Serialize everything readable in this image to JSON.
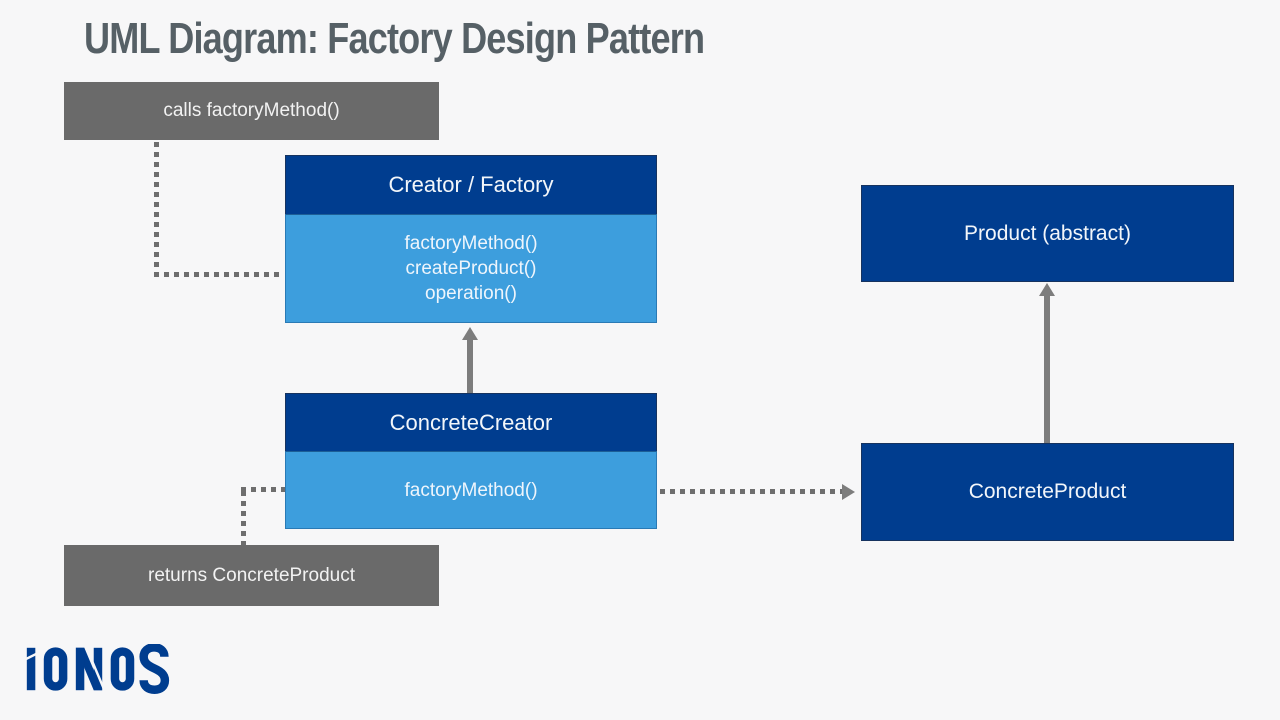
{
  "title": "UML Diagram: Factory Design Pattern",
  "notes": {
    "calls": "calls factoryMethod()",
    "returns": "returns ConcreteProduct"
  },
  "classes": {
    "creator": {
      "name": "Creator / Factory",
      "methods": [
        "factoryMethod()",
        "createProduct()",
        "operation()"
      ]
    },
    "concrete_creator": {
      "name": "ConcreteCreator",
      "methods": [
        "factoryMethod()"
      ]
    },
    "product": {
      "name": "Product (abstract)"
    },
    "concrete_product": {
      "name": "ConcreteProduct"
    }
  },
  "relations": [
    "ConcreteCreator inherits Creator / Factory (solid arrow up)",
    "ConcreteProduct inherits Product (abstract) (solid arrow up)",
    "calls factoryMethod() note attaches to Creator / Factory (dotted line)",
    "returns ConcreteProduct note attaches to ConcreteCreator (dotted line)",
    "ConcreteCreator.factoryMethod() creates ConcreteProduct (dotted arrow right)"
  ],
  "logo": {
    "text": "IONOS"
  },
  "colors": {
    "bg": "#f7f7f8",
    "navy": "#003d8f",
    "lightblue": "#3d9edd",
    "gray_note": "#6a6a6a",
    "dot": "#6e6e6e",
    "arrow": "#7d7d7d",
    "title": "#566066",
    "border_navy": "#16335f",
    "border_light": "#2a7ab5",
    "text_light": "#f2f6fa"
  }
}
